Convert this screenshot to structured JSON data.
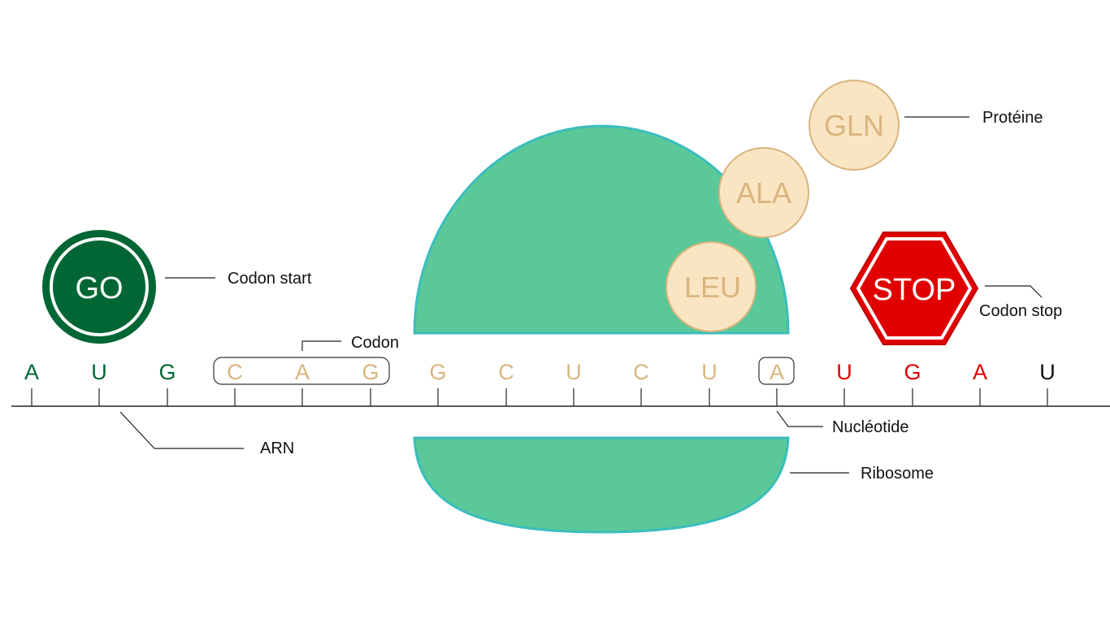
{
  "labels": {
    "codon_start": "Codon start",
    "codon": "Codon",
    "arn": "ARN",
    "nucleotide": "Nucléotide",
    "ribosome": "Ribosome",
    "proteine": "Protéine",
    "codon_stop": "Codon stop"
  },
  "badges": {
    "go": "GO",
    "stop": "STOP"
  },
  "amino_acids": [
    "LEU",
    "ALA",
    "GLN"
  ],
  "nucleotides": [
    "A",
    "U",
    "G",
    "C",
    "A",
    "G",
    "G",
    "C",
    "U",
    "C",
    "U",
    "A",
    "U",
    "G",
    "A",
    "U"
  ],
  "colors": {
    "start_green": "#006633",
    "codon_tan": "#d9b57e",
    "stop_red": "#e00000",
    "black": "#111111",
    "ribosome_fill": "#5ac898",
    "ribosome_stroke": "#3bbdbd",
    "amino_fill": "#fae5c3",
    "amino_stroke": "#d9b57e"
  }
}
